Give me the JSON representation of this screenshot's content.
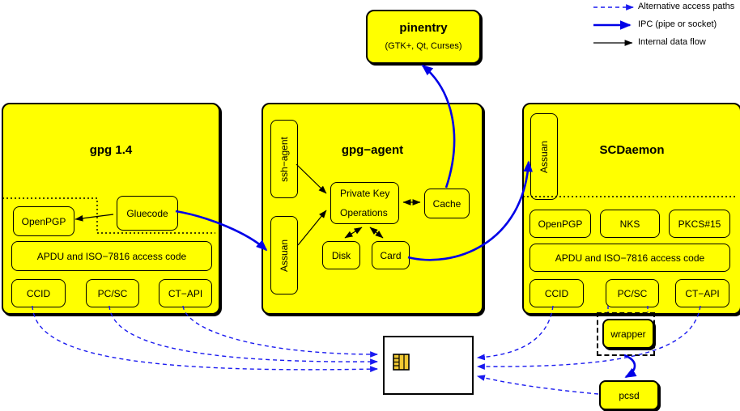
{
  "legend": {
    "items": [
      {
        "label": "Alternative access paths",
        "style": "dashed-blue-arrow"
      },
      {
        "label": "IPC (pipe or socket)",
        "style": "solid-blue-thick-arrow"
      },
      {
        "label": "Internal data flow",
        "style": "solid-black-arrow"
      }
    ]
  },
  "pinentry": {
    "title": "pinentry",
    "subtitle": "(GTK+, Qt, Curses)"
  },
  "gpg14": {
    "title": "gpg 1.4",
    "openpgp": "OpenPGP",
    "gluecode": "Gluecode",
    "apdu": "APDU and ISO−7816 access code",
    "ccid": "CCID",
    "pcsc": "PC/SC",
    "ctapi": "CT−API"
  },
  "agent": {
    "title": "gpg−agent",
    "ssh_agent": "ssh−agent",
    "assuan": "Assuan",
    "pko_line1": "Private Key",
    "pko_line2": "Operations",
    "cache": "Cache",
    "disk": "Disk",
    "card": "Card"
  },
  "scdaemon": {
    "title": "SCDaemon",
    "assuan": "Assuan",
    "openpgp": "OpenPGP",
    "nks": "NKS",
    "pkcs15": "PKCS#15",
    "apdu": "APDU and ISO−7816 access code",
    "ccid": "CCID",
    "pcsc": "PC/SC",
    "ctapi": "CT−API"
  },
  "wrapper": {
    "label": "wrapper"
  },
  "pcsd": {
    "label": "pcsd"
  },
  "colors": {
    "box_fill": "#ffff00",
    "ipc_blue": "#0000e8",
    "alt_path_blue": "#1a1af0",
    "line_black": "#000000",
    "card_fill": "#ffffff",
    "chip_gold": "#f0c832"
  }
}
